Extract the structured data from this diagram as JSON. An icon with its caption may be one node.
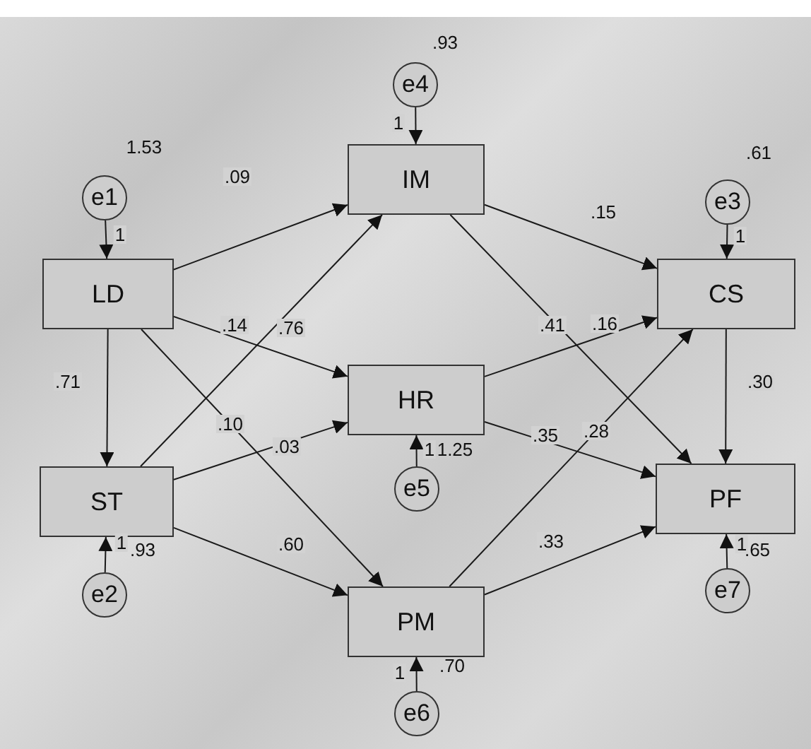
{
  "diagram": {
    "nodes": [
      {
        "text": [
          "LD"
        ]
      },
      {
        "text": [
          "ST"
        ]
      },
      {
        "text": [
          "IM"
        ]
      },
      {
        "text": [
          "HR"
        ]
      },
      {
        "text": [
          "PM"
        ]
      },
      {
        "text": [
          "CS"
        ]
      },
      {
        "text": [
          "PF"
        ]
      },
      {
        "text": [
          "e1"
        ],
        "beside": [
          "1.53"
        ]
      },
      {
        "text": [
          "e2"
        ]
      },
      {
        "text": [
          "e4"
        ],
        "beside": [
          ".93"
        ]
      },
      {
        "text": [
          "e5"
        ],
        "beside": [
          "1.25"
        ]
      },
      {
        "text": [
          "e6"
        ]
      },
      {
        "text": [
          "e3"
        ],
        "beside": [
          ".61"
        ]
      },
      {
        "text": [
          "e7"
        ]
      }
    ],
    "labels": [
      ".93",
      ".65",
      ".70"
    ],
    "edges": [
      {
        "from": 0,
        "to": 1,
        "arrow": "to",
        "label": ".71"
      },
      {
        "from": 0,
        "to": 2,
        "arrow": "to",
        "label": ".09"
      },
      {
        "from": 0,
        "to": 3,
        "arrow": "to",
        "label": ".14"
      },
      {
        "from": 0,
        "to": 4,
        "arrow": "to",
        "label": ".10"
      },
      {
        "from": 1,
        "to": 2,
        "arrow": "to",
        "label": ".76"
      },
      {
        "from": 1,
        "to": 3,
        "arrow": "to",
        "label": ".03"
      },
      {
        "from": 1,
        "to": 4,
        "arrow": "to",
        "label": ".60"
      },
      {
        "from": 2,
        "to": 5,
        "arrow": "to",
        "label": ".15"
      },
      {
        "from": 2,
        "to": 6,
        "arrow": "to",
        "label": ".41"
      },
      {
        "from": 3,
        "to": 5,
        "arrow": "to",
        "label": ".16"
      },
      {
        "from": 3,
        "to": 6,
        "arrow": "to",
        "label": ".35"
      },
      {
        "from": 4,
        "to": 5,
        "arrow": "to",
        "label": ".28"
      },
      {
        "from": 4,
        "to": 6,
        "arrow": "to",
        "label": ".33"
      },
      {
        "from": 5,
        "to": 6,
        "arrow": "to",
        "label": ".30"
      },
      {
        "from": 7,
        "to": 0,
        "arrow": "to",
        "label": "1"
      },
      {
        "from": 8,
        "to": 1,
        "arrow": "to",
        "label": "1"
      },
      {
        "from": 9,
        "to": 2,
        "arrow": "to",
        "label": "1"
      },
      {
        "from": 12,
        "to": 5,
        "arrow": "to",
        "label": "1"
      },
      {
        "from": 10,
        "to": 3,
        "arrow": "to",
        "label": "1"
      },
      {
        "from": 11,
        "to": 4,
        "arrow": "to",
        "label": "1"
      },
      {
        "from": 13,
        "to": 6,
        "arrow": "to",
        "label": "1"
      }
    ]
  }
}
